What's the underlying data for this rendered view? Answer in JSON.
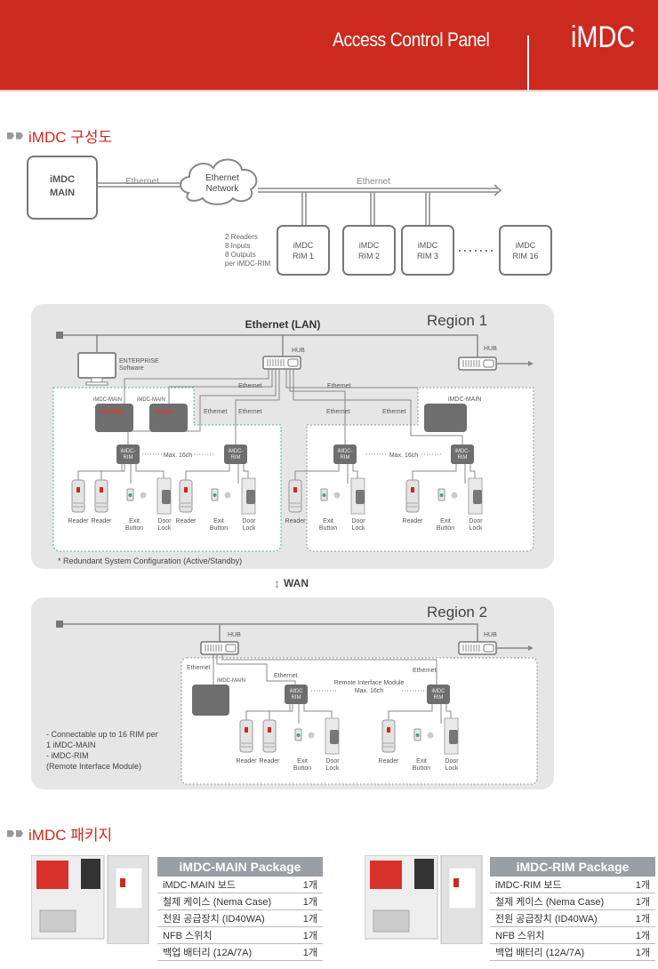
{
  "header": {
    "subtitle": "Access Control Panel",
    "brand": "iMDC",
    "color": "#cc2a1f"
  },
  "section1": {
    "title": "iMDC 구성도",
    "topology": {
      "main_line1": "iMDC",
      "main_line2": "MAIN",
      "link_label_left": "Ethernet",
      "cloud_line1": "Ethernet",
      "cloud_line2": "Network",
      "link_label_right": "Ethernet",
      "rim_specs": [
        "2 Readers",
        "8 Inputs",
        "8 Outputs",
        "per iMDC-RIM"
      ],
      "rims": [
        {
          "line1": "iMDC",
          "line2": "RIM 1"
        },
        {
          "line1": "iMDC",
          "line2": "RIM 2"
        },
        {
          "line1": "iMDC",
          "line2": "RIM 3"
        },
        {
          "line1": "iMDC",
          "line2": "RIM 16"
        }
      ]
    },
    "region1": {
      "title": "Region 1",
      "lan_label": "Ethernet (LAN)",
      "hub": "HUB",
      "enterprise_line1": "ENTERPRISE",
      "enterprise_line2": "Software",
      "ethernet": "Ethernet",
      "main_label": "iMDC-MAIN",
      "standby": "Standby",
      "active": "Active",
      "rim_line1": "iMDC-",
      "rim_line2": "RIM",
      "max": "Max. 16ch",
      "reader": "Reader",
      "exit_line1": "Exit",
      "exit_line2": "Button",
      "door_line1": "Door",
      "door_line2": "Lock",
      "footnote": "* Redundant System Configuration (Active/Standby)"
    },
    "wan": "WAN",
    "region2": {
      "title": "Region 2",
      "hub": "HUB",
      "ethernet": "Ethernet",
      "main_label": "iMDC-MAIN",
      "rim_line1": "iMDC",
      "rim_line2": "RIM",
      "rim_module_line1": "Remote Interface Module",
      "rim_module_line2": "Max. 16ch",
      "notes": [
        "- Connectable up to 16 RIM per",
        "  1 iMDC-MAIN",
        "- iMDC-RIM",
        "  (Remote Interface Module)"
      ]
    }
  },
  "section2": {
    "title": "iMDC 패키지",
    "packages": [
      {
        "title": "iMDC-MAIN Package",
        "items": [
          {
            "name": "iMDC-MAIN 보드",
            "qty": "1개"
          },
          {
            "name": "철제 케이스 (Nema Case)",
            "qty": "1개"
          },
          {
            "name": "전원 공급장치 (ID40WA)",
            "qty": "1개"
          },
          {
            "name": "NFB 스위치",
            "qty": "1개"
          },
          {
            "name": "백업 배터리 (12A/7A)",
            "qty": "1개"
          }
        ]
      },
      {
        "title": "iMDC-RIM Package",
        "items": [
          {
            "name": "iMDC-RIM 보드",
            "qty": "1개"
          },
          {
            "name": "철제 케이스 (Nema Case)",
            "qty": "1개"
          },
          {
            "name": "전원 공급장치 (ID40WA)",
            "qty": "1개"
          },
          {
            "name": "NFB 스위치",
            "qty": "1개"
          },
          {
            "name": "백업 배터리 (12A/7A)",
            "qty": "1개"
          }
        ]
      }
    ]
  }
}
